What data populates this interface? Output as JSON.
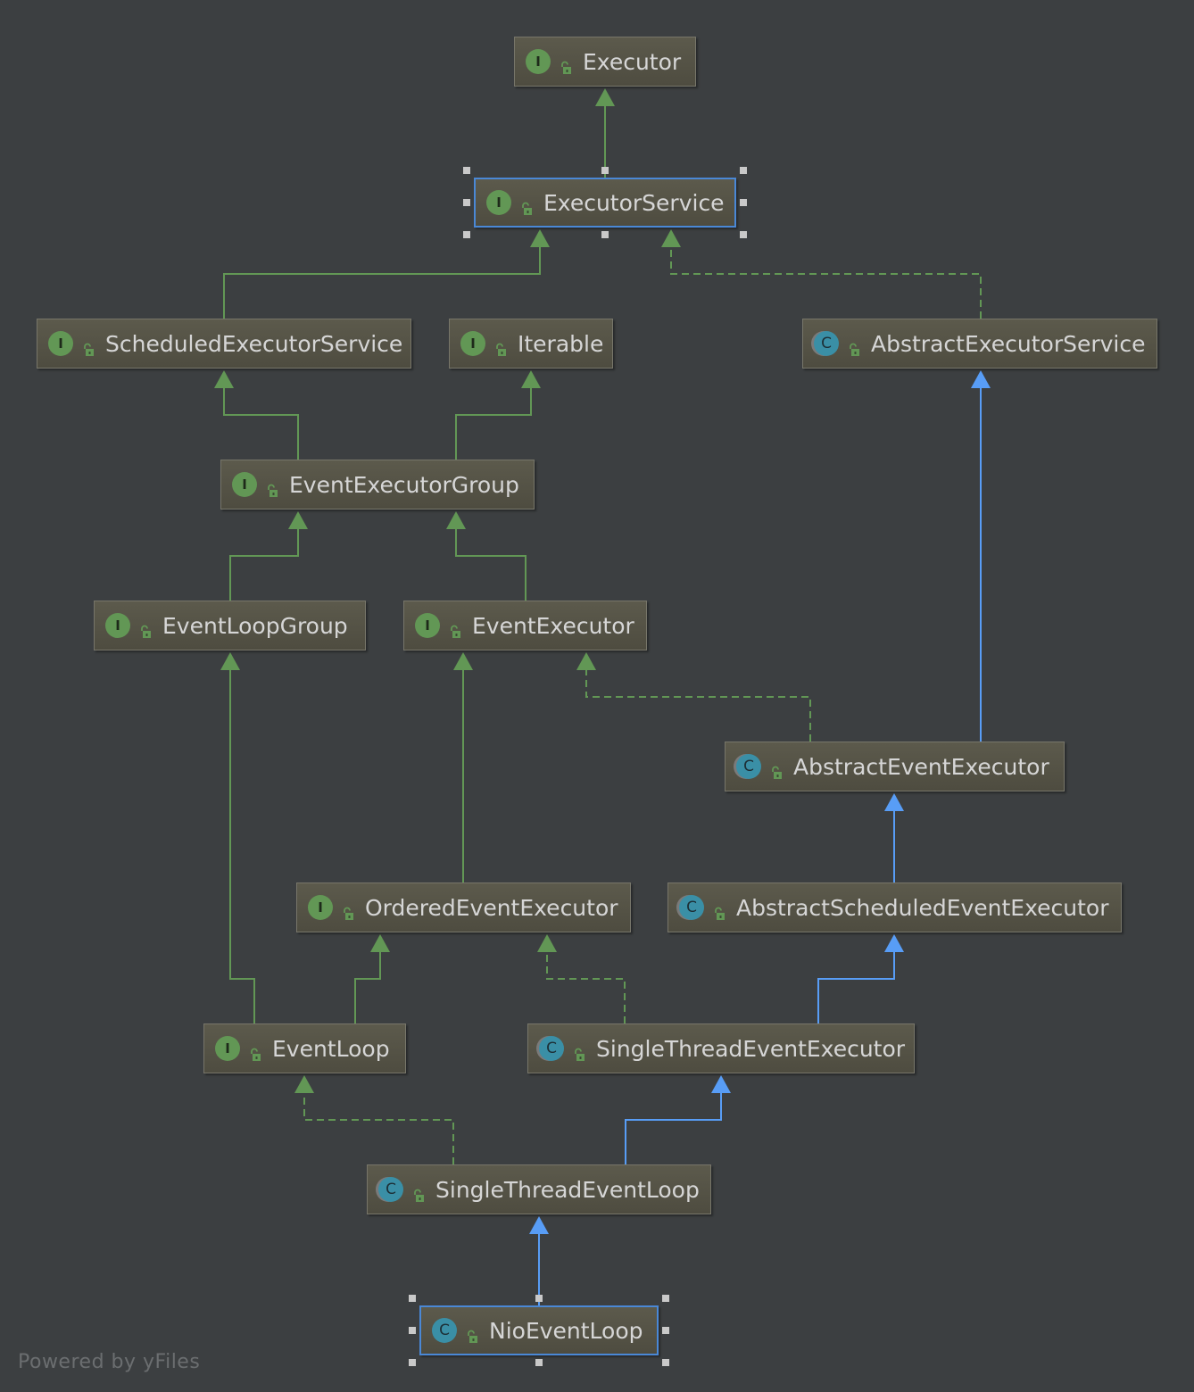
{
  "diagram": {
    "nodes": [
      {
        "id": "executor",
        "label": "Executor",
        "kind": "interface"
      },
      {
        "id": "executor-service",
        "label": "ExecutorService",
        "kind": "interface",
        "selected": true
      },
      {
        "id": "scheduled-executor-service",
        "label": "ScheduledExecutorService",
        "kind": "interface"
      },
      {
        "id": "iterable",
        "label": "Iterable",
        "kind": "interface"
      },
      {
        "id": "abstract-executor-service",
        "label": "AbstractExecutorService",
        "kind": "abstract-class"
      },
      {
        "id": "event-executor-group",
        "label": "EventExecutorGroup",
        "kind": "interface"
      },
      {
        "id": "event-loop-group",
        "label": "EventLoopGroup",
        "kind": "interface"
      },
      {
        "id": "event-executor",
        "label": "EventExecutor",
        "kind": "interface"
      },
      {
        "id": "abstract-event-executor",
        "label": "AbstractEventExecutor",
        "kind": "abstract-class"
      },
      {
        "id": "ordered-event-executor",
        "label": "OrderedEventExecutor",
        "kind": "interface"
      },
      {
        "id": "abstract-scheduled-event-executor",
        "label": "AbstractScheduledEventExecutor",
        "kind": "abstract-class"
      },
      {
        "id": "event-loop",
        "label": "EventLoop",
        "kind": "interface"
      },
      {
        "id": "single-thread-event-executor",
        "label": "SingleThreadEventExecutor",
        "kind": "abstract-class"
      },
      {
        "id": "single-thread-event-loop",
        "label": "SingleThreadEventLoop",
        "kind": "abstract-class"
      },
      {
        "id": "nio-event-loop",
        "label": "NioEventLoop",
        "kind": "class",
        "selected": true
      }
    ],
    "edges": [
      {
        "from": "executor-service",
        "to": "executor",
        "type": "extends"
      },
      {
        "from": "scheduled-executor-service",
        "to": "executor-service",
        "type": "extends"
      },
      {
        "from": "abstract-executor-service",
        "to": "executor-service",
        "type": "implements"
      },
      {
        "from": "event-executor-group",
        "to": "scheduled-executor-service",
        "type": "extends"
      },
      {
        "from": "event-executor-group",
        "to": "iterable",
        "type": "extends"
      },
      {
        "from": "event-loop-group",
        "to": "event-executor-group",
        "type": "extends"
      },
      {
        "from": "event-executor",
        "to": "event-executor-group",
        "type": "extends"
      },
      {
        "from": "abstract-event-executor",
        "to": "event-executor",
        "type": "implements"
      },
      {
        "from": "abstract-event-executor",
        "to": "abstract-executor-service",
        "type": "class-extends"
      },
      {
        "from": "abstract-scheduled-event-executor",
        "to": "abstract-event-executor",
        "type": "class-extends"
      },
      {
        "from": "ordered-event-executor",
        "to": "event-executor",
        "type": "extends"
      },
      {
        "from": "event-loop",
        "to": "event-loop-group",
        "type": "extends"
      },
      {
        "from": "event-loop",
        "to": "ordered-event-executor",
        "type": "extends"
      },
      {
        "from": "single-thread-event-executor",
        "to": "ordered-event-executor",
        "type": "implements"
      },
      {
        "from": "single-thread-event-executor",
        "to": "abstract-scheduled-event-executor",
        "type": "class-extends"
      },
      {
        "from": "single-thread-event-loop",
        "to": "event-loop",
        "type": "implements"
      },
      {
        "from": "single-thread-event-loop",
        "to": "single-thread-event-executor",
        "type": "class-extends"
      },
      {
        "from": "nio-event-loop",
        "to": "single-thread-event-loop",
        "type": "class-extends"
      }
    ],
    "colors": {
      "interface_edge": "#629755",
      "class_edge": "#589df6",
      "selection": "#4a88d6",
      "background": "#3c3f41"
    }
  },
  "footer": {
    "text": "Powered by yFiles"
  }
}
